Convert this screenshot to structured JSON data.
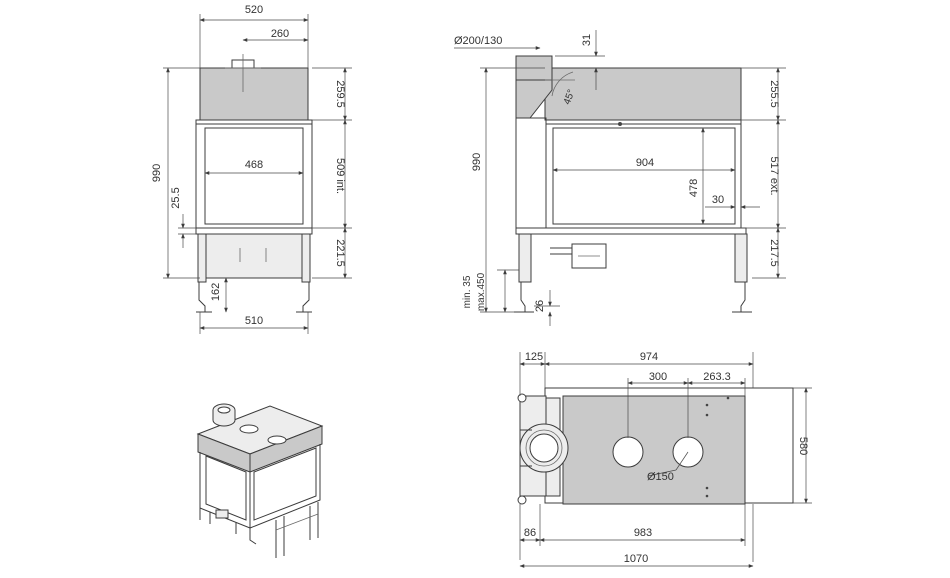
{
  "views": {
    "front": {
      "overall_width": "520",
      "flue_offset": "260",
      "hood_height": "259.5",
      "opening_width": "468",
      "opening_height": "509 int.",
      "total_height": "990",
      "plinth": "25.5",
      "base_height": "221.5",
      "leg_height": "162",
      "leg_span": "510"
    },
    "side": {
      "flue_diameter": "Ø200/130",
      "flue_top": "31",
      "angle": "45°",
      "hood_height": "255.5",
      "total_height": "990",
      "glass_width": "904",
      "glass_height": "478",
      "frame_offset": "30",
      "opening_height_ext": "517 ext.",
      "base_height": "217.5",
      "leg_adjust_min": "min. 35",
      "leg_adjust_max": "max.450",
      "foot": "26"
    },
    "top": {
      "left_offset": "125",
      "body_length": "974",
      "hole_spacing": "300",
      "hole_offset": "263.3",
      "depth": "580",
      "hole_diameter": "Ø150",
      "rear_offset": "86",
      "rear_length": "983",
      "overall_length": "1070"
    }
  }
}
